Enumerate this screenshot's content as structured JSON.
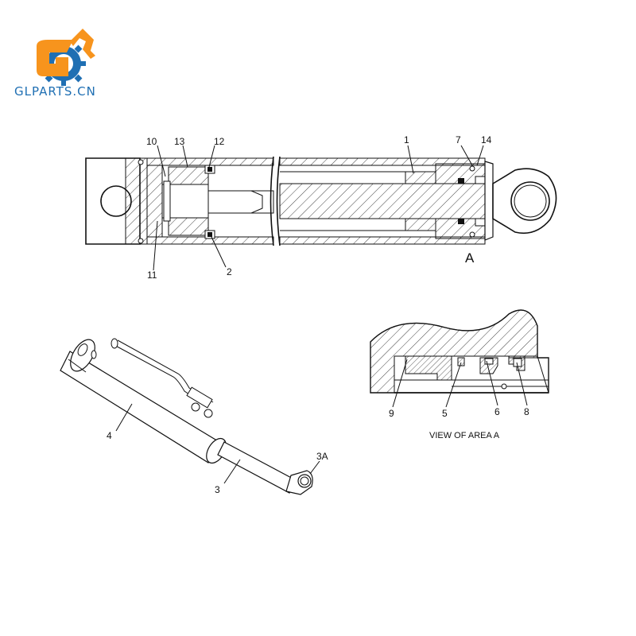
{
  "logo": {
    "text": "GLPARTS.CN",
    "colors": {
      "orange": "#f7941d",
      "blue": "#1f6fb3"
    }
  },
  "callouts": {
    "c10": "10",
    "c13": "13",
    "c12": "12",
    "c1": "1",
    "c7": "7",
    "c14": "14",
    "c11": "11",
    "c2": "2",
    "cA": "A",
    "c9": "9",
    "c5": "5",
    "c6": "6",
    "c8": "8",
    "c4": "4",
    "c3": "3",
    "c3A": "3A"
  },
  "detail_caption": "VIEW OF AREA  A",
  "style": {
    "line_color": "#111111",
    "hatch_color": "#111111"
  }
}
